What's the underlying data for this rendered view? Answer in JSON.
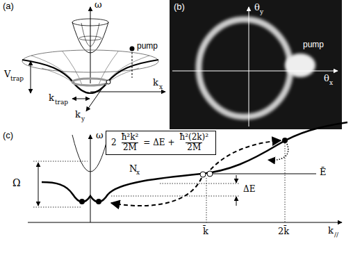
{
  "diagram": {
    "nodes": [
      {
        "text": [
          "2",
          "ħ²k̄²",
          "2M",
          "= ΔE +",
          "ħ²(2k̄)²",
          "2M"
        ]
      }
    ],
    "labels": [
      "(a)",
      "ω",
      "pump",
      "V",
      "trap",
      "k",
      "trap",
      "k",
      "y",
      "k",
      "x",
      "(b)",
      "θ",
      "y",
      "θ",
      "x",
      "pump",
      "(c)",
      "ω",
      "Ω",
      "N",
      "x",
      "Ē",
      "ΔE",
      "k̄",
      "2k̄",
      "k",
      "//"
    ]
  }
}
